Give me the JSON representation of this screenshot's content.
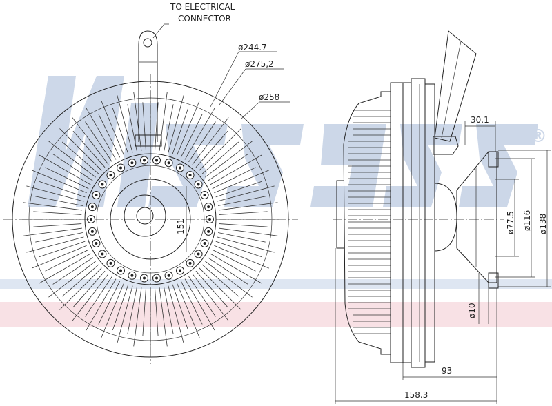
{
  "callout": {
    "line1": "TO ELECTRICAL",
    "line2": "CONNECTOR"
  },
  "dimensions": {
    "d244": "ø244.7",
    "d275": "ø275,2",
    "d258": "ø258",
    "c151": "151",
    "w30": "30.1",
    "d77": "ø77.5",
    "d116": "ø116",
    "d138": "ø138",
    "d10": "ø10",
    "w93": "93",
    "w158": "158.3"
  },
  "watermark": {
    "registered": "®"
  },
  "colors": {
    "line": "#222222",
    "watermark_blue": "#1b4f9c",
    "watermark_red": "#d8183a"
  }
}
